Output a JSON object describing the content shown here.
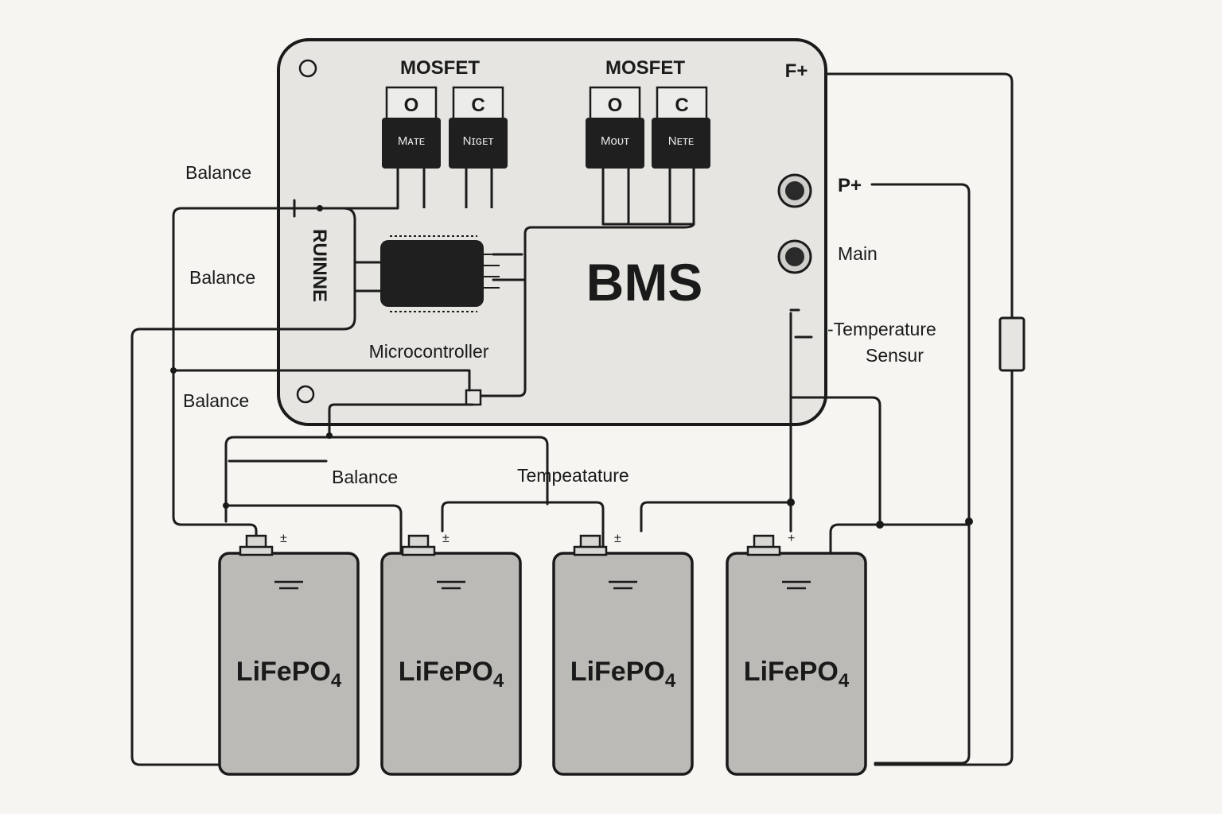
{
  "board": {
    "title": "BMS",
    "mosfet_group_labels": [
      "MOSFET",
      "MOSFET"
    ],
    "mosfets": [
      {
        "tab": "O",
        "marking": "Mᴀᴛᴇ"
      },
      {
        "tab": "C",
        "marking": "Nɪɢᴇᴛ"
      },
      {
        "tab": "O",
        "marking": "Mᴏᴜᴛ"
      },
      {
        "tab": "C",
        "marking": "Nᴇᴛᴇ"
      }
    ],
    "microcontroller_label": "Microcontroller",
    "vertical_label": "RUINNE",
    "terminal_f_plus": "F+"
  },
  "ports": {
    "p_plus": "P+",
    "main": "Main",
    "temperature_sensor": [
      "-Temperature",
      "Sensur"
    ]
  },
  "wire_labels": {
    "balance_1": "Balance",
    "balance_2": "Balance",
    "balance_3": "Balance",
    "balance_4": "Balance",
    "temperature": "Tempeatature"
  },
  "cells": [
    {
      "label": "LiFePO",
      "sub": "4",
      "pol": "±"
    },
    {
      "label": "LiFePO",
      "sub": "4",
      "pol": "±"
    },
    {
      "label": "LiFePO",
      "sub": "4",
      "pol": "±"
    },
    {
      "label": "LiFePO",
      "sub": "4",
      "pol": "+"
    }
  ]
}
